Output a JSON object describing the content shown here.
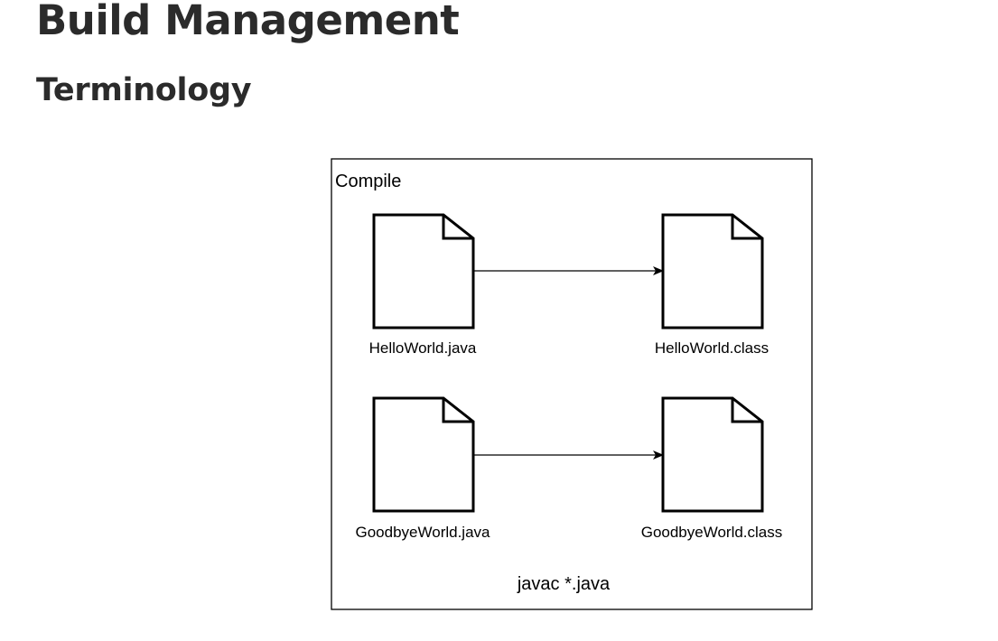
{
  "header": {
    "title": "Build Management",
    "section": "Terminology"
  },
  "diagram": {
    "container_label": "Compile",
    "command": "javac *.java",
    "files": {
      "source_1": "HelloWorld.java",
      "output_1": "HelloWorld.class",
      "source_2": "GoodbyeWorld.java",
      "output_2": "GoodbyeWorld.class"
    },
    "colors": {
      "stroke": "#000000",
      "fill": "#ffffff",
      "heading_text": "#2b2b2b"
    }
  }
}
